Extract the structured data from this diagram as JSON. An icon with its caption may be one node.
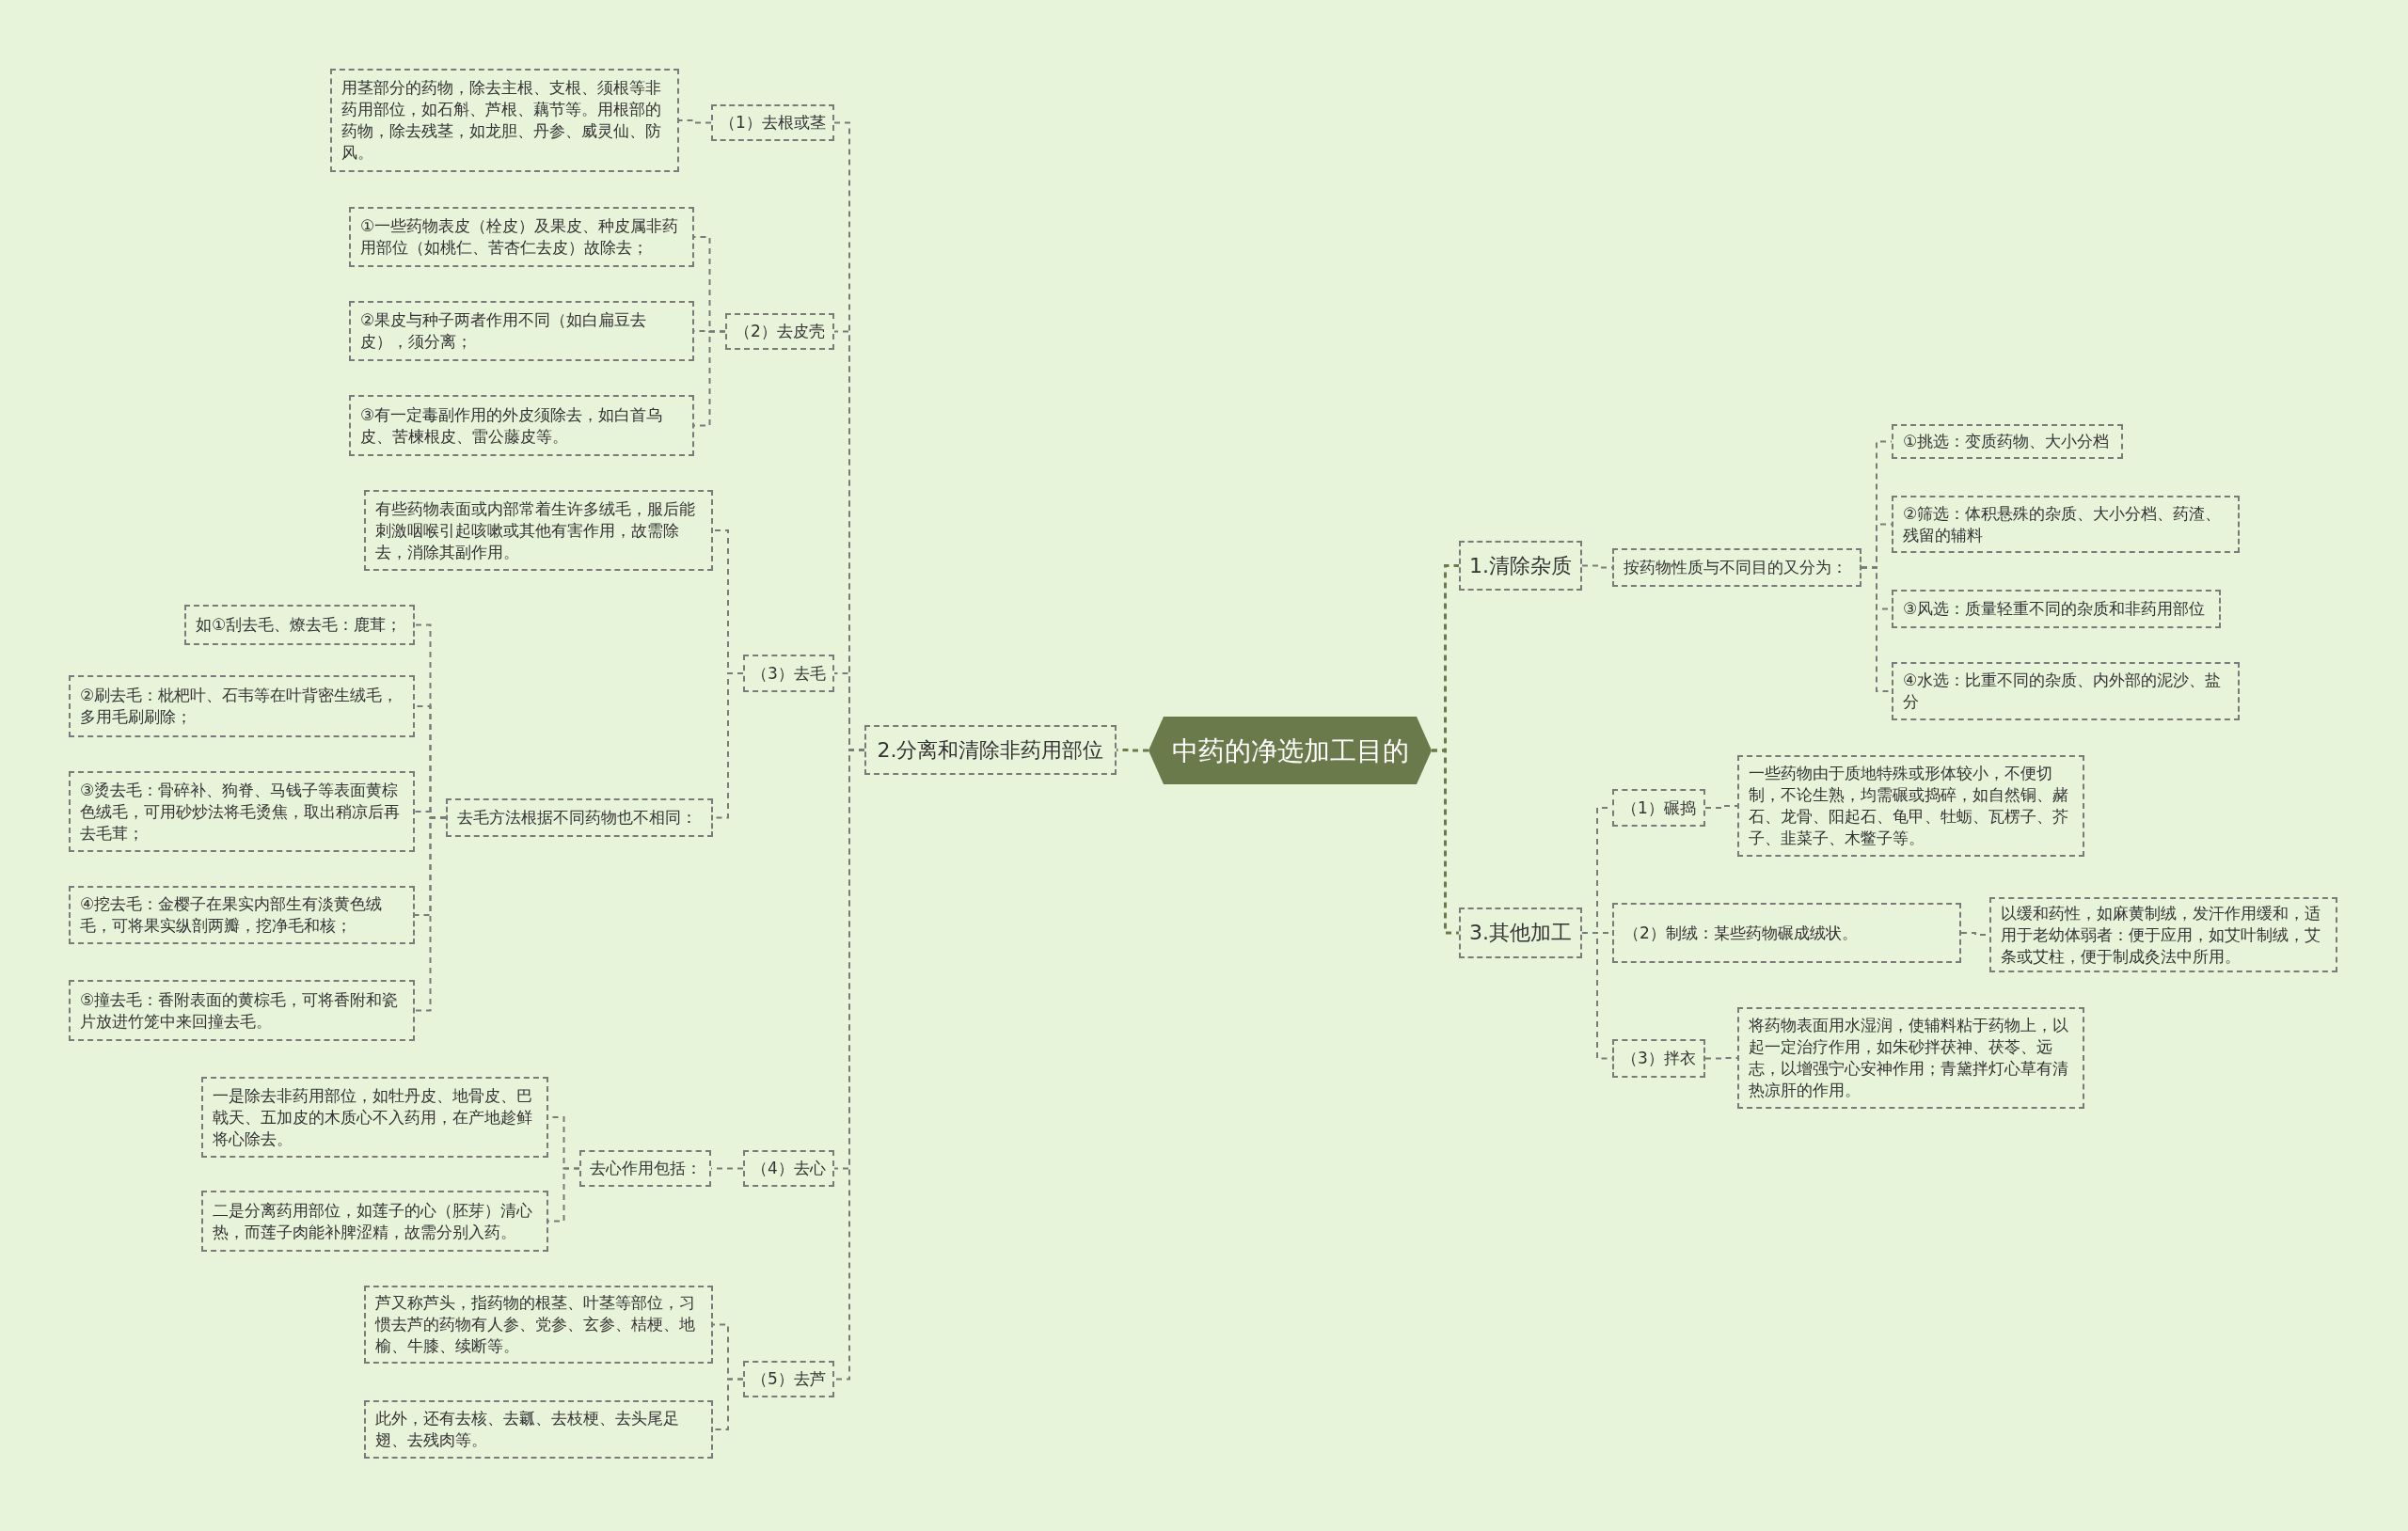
{
  "diagram": {
    "nodes": [
      {
        "text": [
          "中药的净选加工目的"
        ]
      },
      {
        "text": [
          "1.清除杂质"
        ]
      },
      {
        "text": [
          "按药物性质与不同目的又分为："
        ]
      },
      {
        "text": [
          "①挑选：变质药物、大小分档"
        ]
      },
      {
        "text": [
          "②筛选：体积悬殊的杂质、大小分档、药渣、残留的辅料"
        ]
      },
      {
        "text": [
          "③风选：质量轻重不同的杂质和非药用部位"
        ]
      },
      {
        "text": [
          "④水选：比重不同的杂质、内外部的泥沙、盐分"
        ]
      },
      {
        "text": [
          "2.分离和清除非药用部位"
        ]
      },
      {
        "text": [
          "（1）去根或茎"
        ]
      },
      {
        "text": [
          "用茎部分的药物，除去主根、支根、须根等非药用部位，如石斛、芦根、藕节等。用根部的药物，除去残茎，如龙胆、丹参、威灵仙、防风。"
        ]
      },
      {
        "text": [
          "（2）去皮壳"
        ]
      },
      {
        "text": [
          "①一些药物表皮（栓皮）及果皮、种皮属非药用部位（如桃仁、苦杏仁去皮）故除去；"
        ]
      },
      {
        "text": [
          "②果皮与种子两者作用不同（如白扁豆去皮），须分离；"
        ]
      },
      {
        "text": [
          "③有一定毒副作用的外皮须除去，如白首乌皮、苦楝根皮、雷公藤皮等。"
        ]
      },
      {
        "text": [
          "（3）去毛"
        ]
      },
      {
        "text": [
          "有些药物表面或内部常着生许多绒毛，服后能刺激咽喉引起咳嗽或其他有害作用，故需除去，消除其副作用。"
        ]
      },
      {
        "text": [
          "去毛方法根据不同药物也不相同："
        ]
      },
      {
        "text": [
          "如①刮去毛、燎去毛：鹿茸；"
        ]
      },
      {
        "text": [
          "②刷去毛：枇杷叶、石韦等在叶背密生绒毛，多用毛刷刷除；"
        ]
      },
      {
        "text": [
          "③烫去毛：骨碎补、狗脊、马钱子等表面黄棕色绒毛，可用砂炒法将毛烫焦，取出稍凉后再去毛茸；"
        ]
      },
      {
        "text": [
          "④挖去毛：金樱子在果实内部生有淡黄色绒毛，可将果实纵剖两瓣，挖净毛和核；"
        ]
      },
      {
        "text": [
          "⑤撞去毛：香附表面的黄棕毛，可将香附和瓷片放进竹笼中来回撞去毛。"
        ]
      },
      {
        "text": [
          "（4）去心"
        ]
      },
      {
        "text": [
          "去心作用包括："
        ]
      },
      {
        "text": [
          "一是除去非药用部位，如牡丹皮、地骨皮、巴戟天、五加皮的木质心不入药用，在产地趁鲜将心除去。"
        ]
      },
      {
        "text": [
          "二是分离药用部位，如莲子的心（胚芽）清心热，而莲子肉能补脾涩精，故需分别入药。"
        ]
      },
      {
        "text": [
          "（5）去芦"
        ]
      },
      {
        "text": [
          "芦又称芦头，指药物的根茎、叶茎等部位，习惯去芦的药物有人参、党参、玄参、桔梗、地榆、牛膝、续断等。"
        ]
      },
      {
        "text": [
          "此外，还有去核、去瓤、去枝梗、去头尾足翅、去残肉等。"
        ]
      },
      {
        "text": [
          "3.其他加工"
        ]
      },
      {
        "text": [
          "（1）碾捣"
        ]
      },
      {
        "text": [
          "一些药物由于质地特殊或形体较小，不便切制，不论生熟，均需碾或捣碎，如自然铜、赭石、龙骨、阳起石、龟甲、牡蛎、瓦楞子、芥子、韭菜子、木鳖子等。"
        ]
      },
      {
        "text": [
          "（2）制绒：某些药物碾成绒状。"
        ]
      },
      {
        "text": [
          "以缓和药性，如麻黄制绒，发汗作用缓和，适用于老幼体弱者：便于应用，如艾叶制绒，艾条或艾柱，便于制成灸法中所用。"
        ]
      },
      {
        "text": [
          "（3）拌衣"
        ]
      },
      {
        "text": [
          "将药物表面用水湿润，使辅料粘于药物上，以起一定治疗作用，如朱砂拌茯神、茯苓、远志，以增强宁心安神作用；青黛拌灯心草有清热凉肝的作用。"
        ]
      }
    ],
    "edges": [
      {
        "from": 0,
        "to": 1,
        "arrow": "none",
        "color": "#6b7a4b"
      },
      {
        "from": 0,
        "to": 7,
        "arrow": "none",
        "color": "#6b7a4b"
      },
      {
        "from": 0,
        "to": 29,
        "arrow": "none",
        "color": "#6b7a4b"
      },
      {
        "from": 1,
        "to": 2,
        "arrow": "none"
      },
      {
        "from": 2,
        "to": 3,
        "arrow": "none"
      },
      {
        "from": 2,
        "to": 4,
        "arrow": "none"
      },
      {
        "from": 2,
        "to": 5,
        "arrow": "none"
      },
      {
        "from": 2,
        "to": 6,
        "arrow": "none"
      },
      {
        "from": 7,
        "to": 8,
        "arrow": "none"
      },
      {
        "from": 8,
        "to": 9,
        "arrow": "none"
      },
      {
        "from": 7,
        "to": 10,
        "arrow": "none"
      },
      {
        "from": 10,
        "to": 11,
        "arrow": "none"
      },
      {
        "from": 10,
        "to": 12,
        "arrow": "none"
      },
      {
        "from": 10,
        "to": 13,
        "arrow": "none"
      },
      {
        "from": 7,
        "to": 14,
        "arrow": "none"
      },
      {
        "from": 14,
        "to": 15,
        "arrow": "none"
      },
      {
        "from": 14,
        "to": 16,
        "arrow": "none"
      },
      {
        "from": 16,
        "to": 17,
        "arrow": "none"
      },
      {
        "from": 16,
        "to": 18,
        "arrow": "none"
      },
      {
        "from": 16,
        "to": 19,
        "arrow": "none"
      },
      {
        "from": 16,
        "to": 20,
        "arrow": "none"
      },
      {
        "from": 16,
        "to": 21,
        "arrow": "none"
      },
      {
        "from": 7,
        "to": 22,
        "arrow": "none"
      },
      {
        "from": 22,
        "to": 23,
        "arrow": "none"
      },
      {
        "from": 23,
        "to": 24,
        "arrow": "none"
      },
      {
        "from": 23,
        "to": 25,
        "arrow": "none"
      },
      {
        "from": 7,
        "to": 26,
        "arrow": "none"
      },
      {
        "from": 26,
        "to": 27,
        "arrow": "none"
      },
      {
        "from": 26,
        "to": 28,
        "arrow": "none"
      },
      {
        "from": 29,
        "to": 30,
        "arrow": "none"
      },
      {
        "from": 30,
        "to": 31,
        "arrow": "none"
      },
      {
        "from": 29,
        "to": 32,
        "arrow": "none"
      },
      {
        "from": 32,
        "to": 33,
        "arrow": "none"
      },
      {
        "from": 29,
        "to": 34,
        "arrow": "none"
      },
      {
        "from": 34,
        "to": 35,
        "arrow": "none"
      }
    ]
  }
}
